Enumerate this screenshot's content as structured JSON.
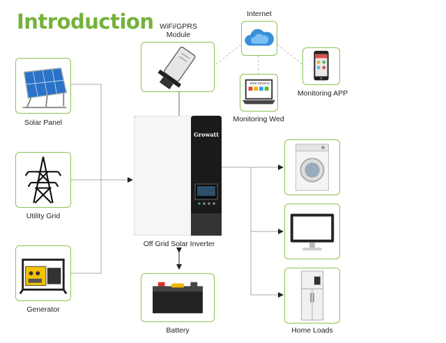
{
  "title": "Introduction",
  "nodes": {
    "solar_panel": "Solar Panel",
    "utility_grid": "Utility Grid",
    "generator": "Generator",
    "wifi_module": "WiFi/GPRS\nModule",
    "internet": "Internet",
    "monitoring_web": "Monitoring Wed",
    "monitoring_app": "Monitoring APP",
    "inverter": "Off Grid Solar Inverter",
    "battery": "Battery",
    "home_loads": "Home Loads"
  },
  "inverter_brand": "Growatt",
  "laptop_screen_text": "WEB DESIGN",
  "colors": {
    "title": "#74b23a",
    "box_border": "#8cc152",
    "line": "#aaaaaa"
  }
}
